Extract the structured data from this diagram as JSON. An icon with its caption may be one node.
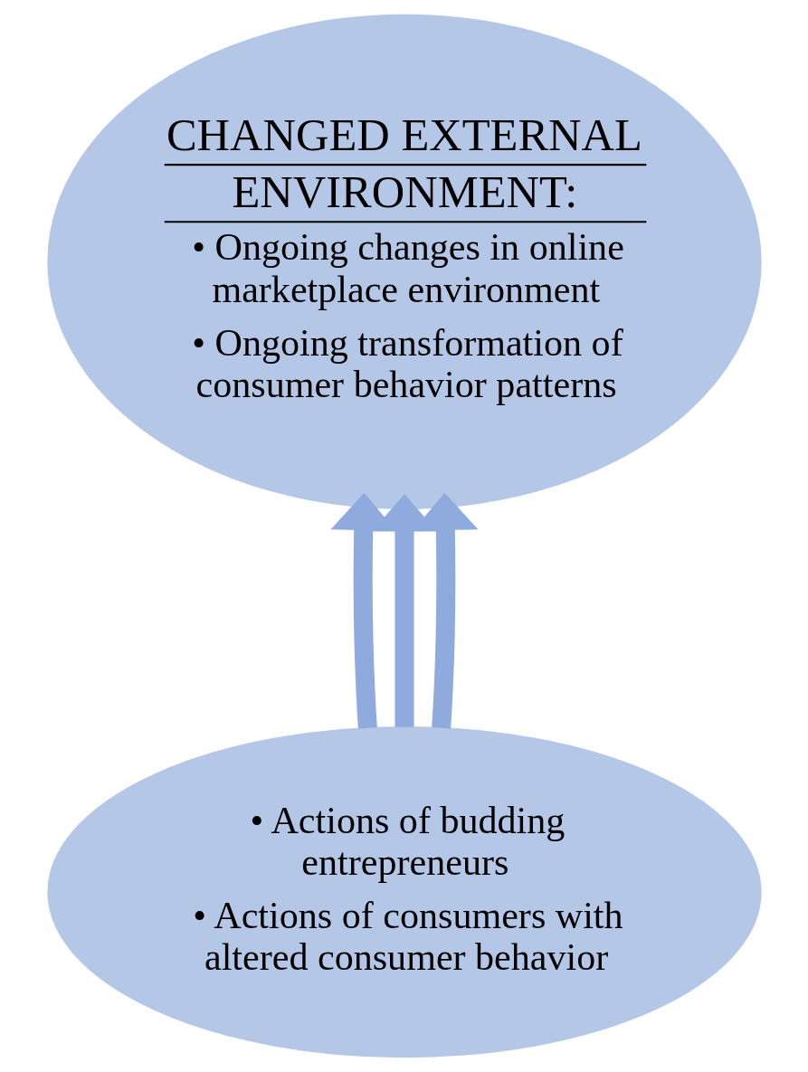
{
  "diagram": {
    "nodes": [
      {
        "text": [
          "CHANGED EXTERNAL ENVIRONMENT:",
          "• Ongoing changes in online marketplace environment",
          "• Ongoing transformation of consumer behavior patterns"
        ]
      },
      {
        "text": [
          "• Actions of budding entrepreneurs",
          "• Actions of consumers with altered consumer behavior"
        ]
      }
    ],
    "edges": [
      {
        "from": 1,
        "to": 0,
        "arrow": "to"
      },
      {
        "from": 1,
        "to": 0,
        "arrow": "to"
      },
      {
        "from": 1,
        "to": 0,
        "arrow": "to"
      }
    ]
  }
}
